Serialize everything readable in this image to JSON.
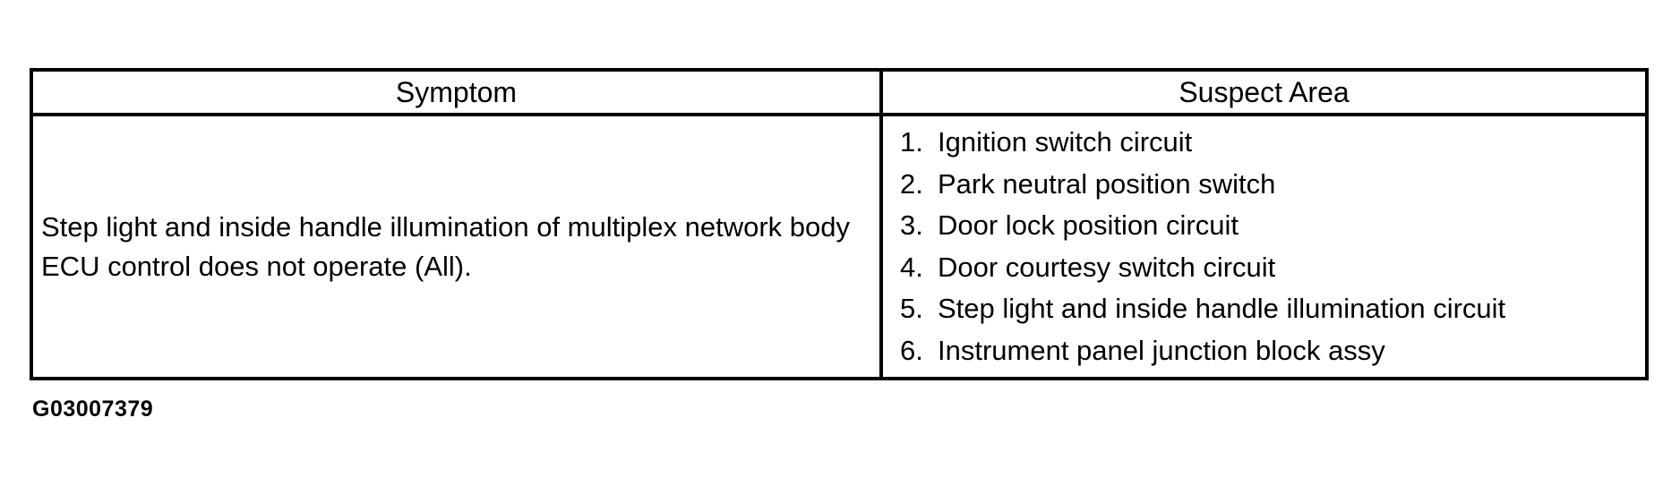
{
  "table": {
    "headers": [
      {
        "label": "Symptom"
      },
      {
        "label": "Suspect Area"
      }
    ],
    "row": {
      "symptom": "Step light and inside handle illumination of multiplex network body ECU control does not operate (All).",
      "suspect_areas": [
        {
          "num": "1.",
          "label": "Ignition switch circuit"
        },
        {
          "num": "2.",
          "label": "Park neutral position switch"
        },
        {
          "num": "3.",
          "label": "Door lock position circuit"
        },
        {
          "num": "4.",
          "label": "Door courtesy switch circuit"
        },
        {
          "num": "5.",
          "label": "Step light and inside handle illumination circuit"
        },
        {
          "num": "6.",
          "label": "Instrument panel junction block assy"
        }
      ]
    }
  },
  "figure_id": "G03007379",
  "colors": {
    "border": "#000000",
    "text": "#000000",
    "background": "#ffffff"
  }
}
